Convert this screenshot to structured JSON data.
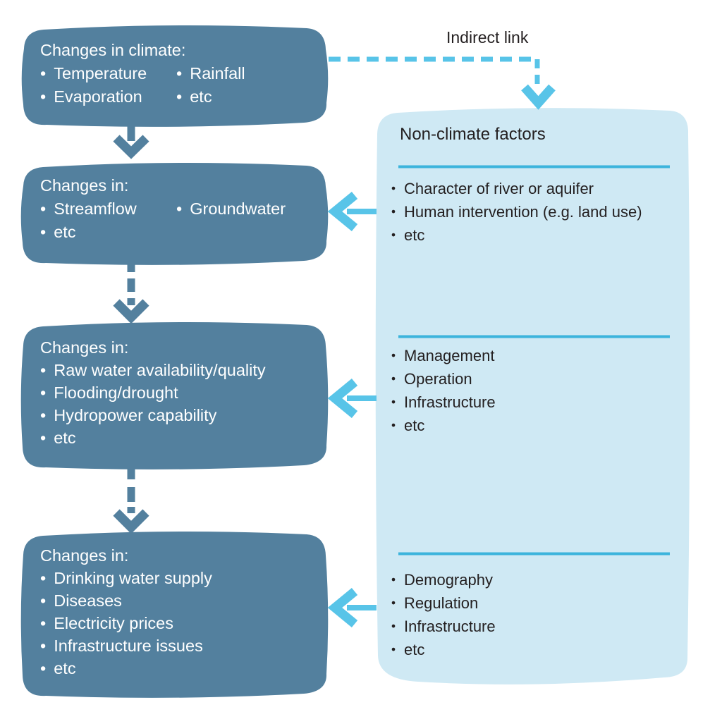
{
  "colors": {
    "flow_box_fill": "#53809e",
    "panel_fill": "#cfe9f4",
    "accent_arrow": "#58c4e8",
    "divider_line": "#3cb4dc",
    "dark_text": "#231f20",
    "light_text": "#ffffff"
  },
  "indirect_link": {
    "label": "Indirect link"
  },
  "flow_boxes": [
    {
      "title": "Changes in climate:",
      "col1": [
        "Temperature",
        "Evaporation"
      ],
      "col2": [
        "Rainfall",
        "etc"
      ]
    },
    {
      "title": "Changes in:",
      "col1": [
        "Streamflow",
        "etc"
      ],
      "col2": [
        "Groundwater"
      ]
    },
    {
      "title": "Changes in:",
      "items": [
        "Raw water availability/quality",
        "Flooding/drought",
        "Hydropower capability",
        "etc"
      ]
    },
    {
      "title": "Changes in:",
      "items": [
        "Drinking water supply",
        "Diseases",
        "Electricity prices",
        "Infrastructure issues",
        "etc"
      ]
    }
  ],
  "panel": {
    "title": "Non-climate factors",
    "sections": [
      {
        "items": [
          "Character of river or aquifer",
          "Human intervention (e.g. land use)",
          "etc"
        ]
      },
      {
        "items": [
          "Management",
          "Operation",
          "Infrastructure",
          "etc"
        ]
      },
      {
        "items": [
          "Demography",
          "Regulation",
          "Infrastructure",
          "etc"
        ]
      }
    ]
  }
}
